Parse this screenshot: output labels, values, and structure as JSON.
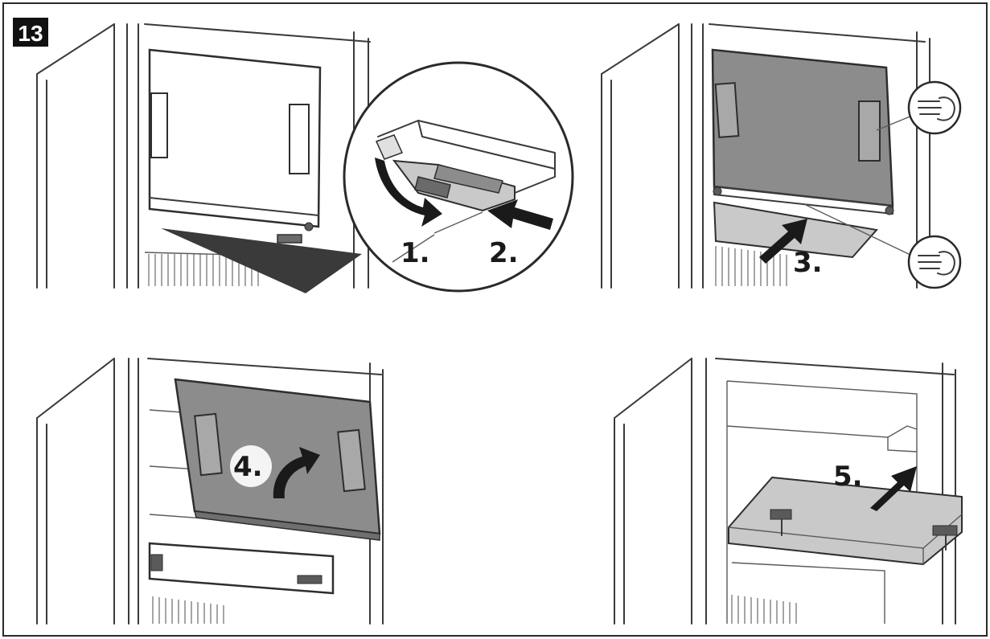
{
  "figure_number": "13",
  "steps": {
    "s1": "1.",
    "s2": "2.",
    "s3": "3.",
    "s4": "4.",
    "s5": "5."
  },
  "colors": {
    "badge": "#111111",
    "panel_gray": "#8c8c8c",
    "panel_light": "#c9c9c9",
    "line": "#3a3a3a"
  },
  "icons": [
    "hand-push-icon",
    "hand-push-icon",
    "curved-arrow-icon",
    "straight-arrow-icon"
  ]
}
